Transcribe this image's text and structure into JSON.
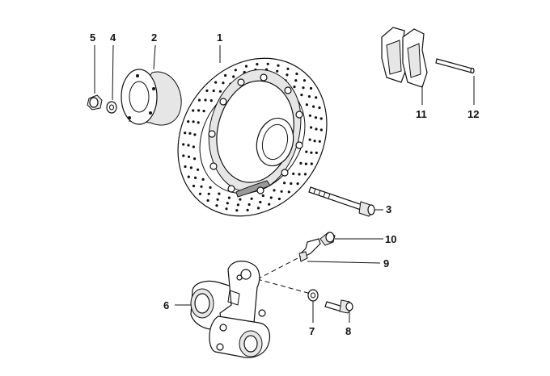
{
  "labels": {
    "p1": "1",
    "p2": "2",
    "p3": "3",
    "p4": "4",
    "p5": "5",
    "p6": "6",
    "p7": "7",
    "p8": "8",
    "p9": "9",
    "p10": "10",
    "p11": "11",
    "p12": "12"
  }
}
